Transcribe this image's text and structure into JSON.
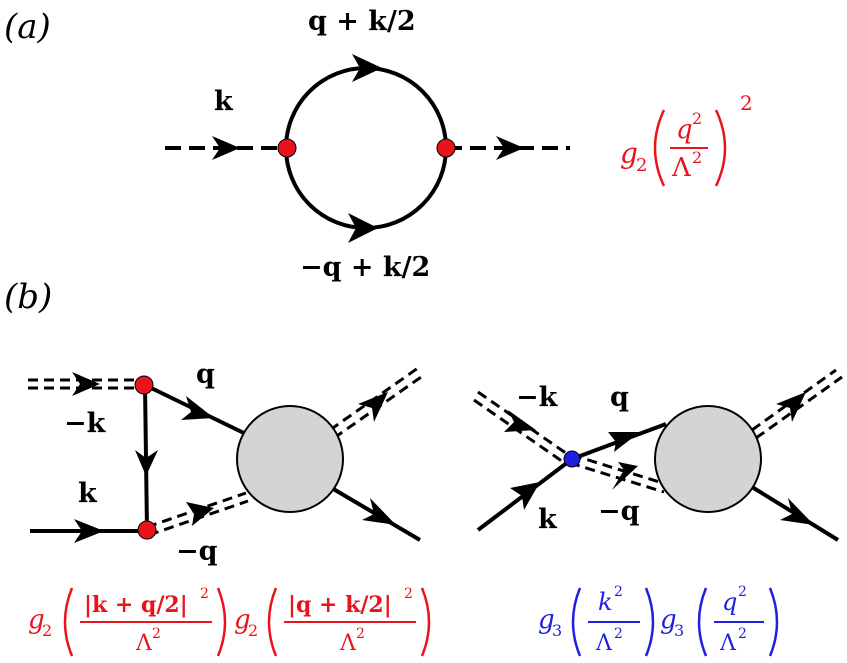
{
  "panel_a": {
    "label": "(a)",
    "top_momentum": "q + k/2",
    "bottom_momentum": "−q + k/2",
    "incoming_momentum": "k",
    "formula": {
      "prefix": "g",
      "sub": "2",
      "num": "q",
      "num_sup": "2",
      "den": "Λ",
      "den_sup": "2",
      "outer_sup": "2"
    }
  },
  "panel_b": {
    "label": "(b)",
    "left": {
      "q": "q",
      "minus_k": "−k",
      "k": "k",
      "minus_q": "−q",
      "formula": {
        "g1": "g",
        "sub1": "2",
        "num1": "|k + q/2|",
        "num1_sup": "2",
        "den1": "Λ",
        "den1_sup": "2",
        "g2": "g",
        "sub2": "2",
        "num2": "|q + k/2|",
        "num2_sup": "2",
        "den2": "Λ",
        "den2_sup": "2"
      }
    },
    "right": {
      "minus_k": "−k",
      "q": "q",
      "minus_q": "−q",
      "k": "k",
      "formula": {
        "g1": "g",
        "sub1": "3",
        "num1": "k",
        "num1_sup": "2",
        "den1": "Λ",
        "den1_sup": "2",
        "g2": "g",
        "sub2": "3",
        "num2": "q",
        "num2_sup": "2",
        "den2": "Λ",
        "den2_sup": "2"
      }
    }
  },
  "colors": {
    "red": "#e8141c",
    "blue": "#1f1fe0",
    "black": "#000000",
    "blob": "#d4d4d4"
  }
}
